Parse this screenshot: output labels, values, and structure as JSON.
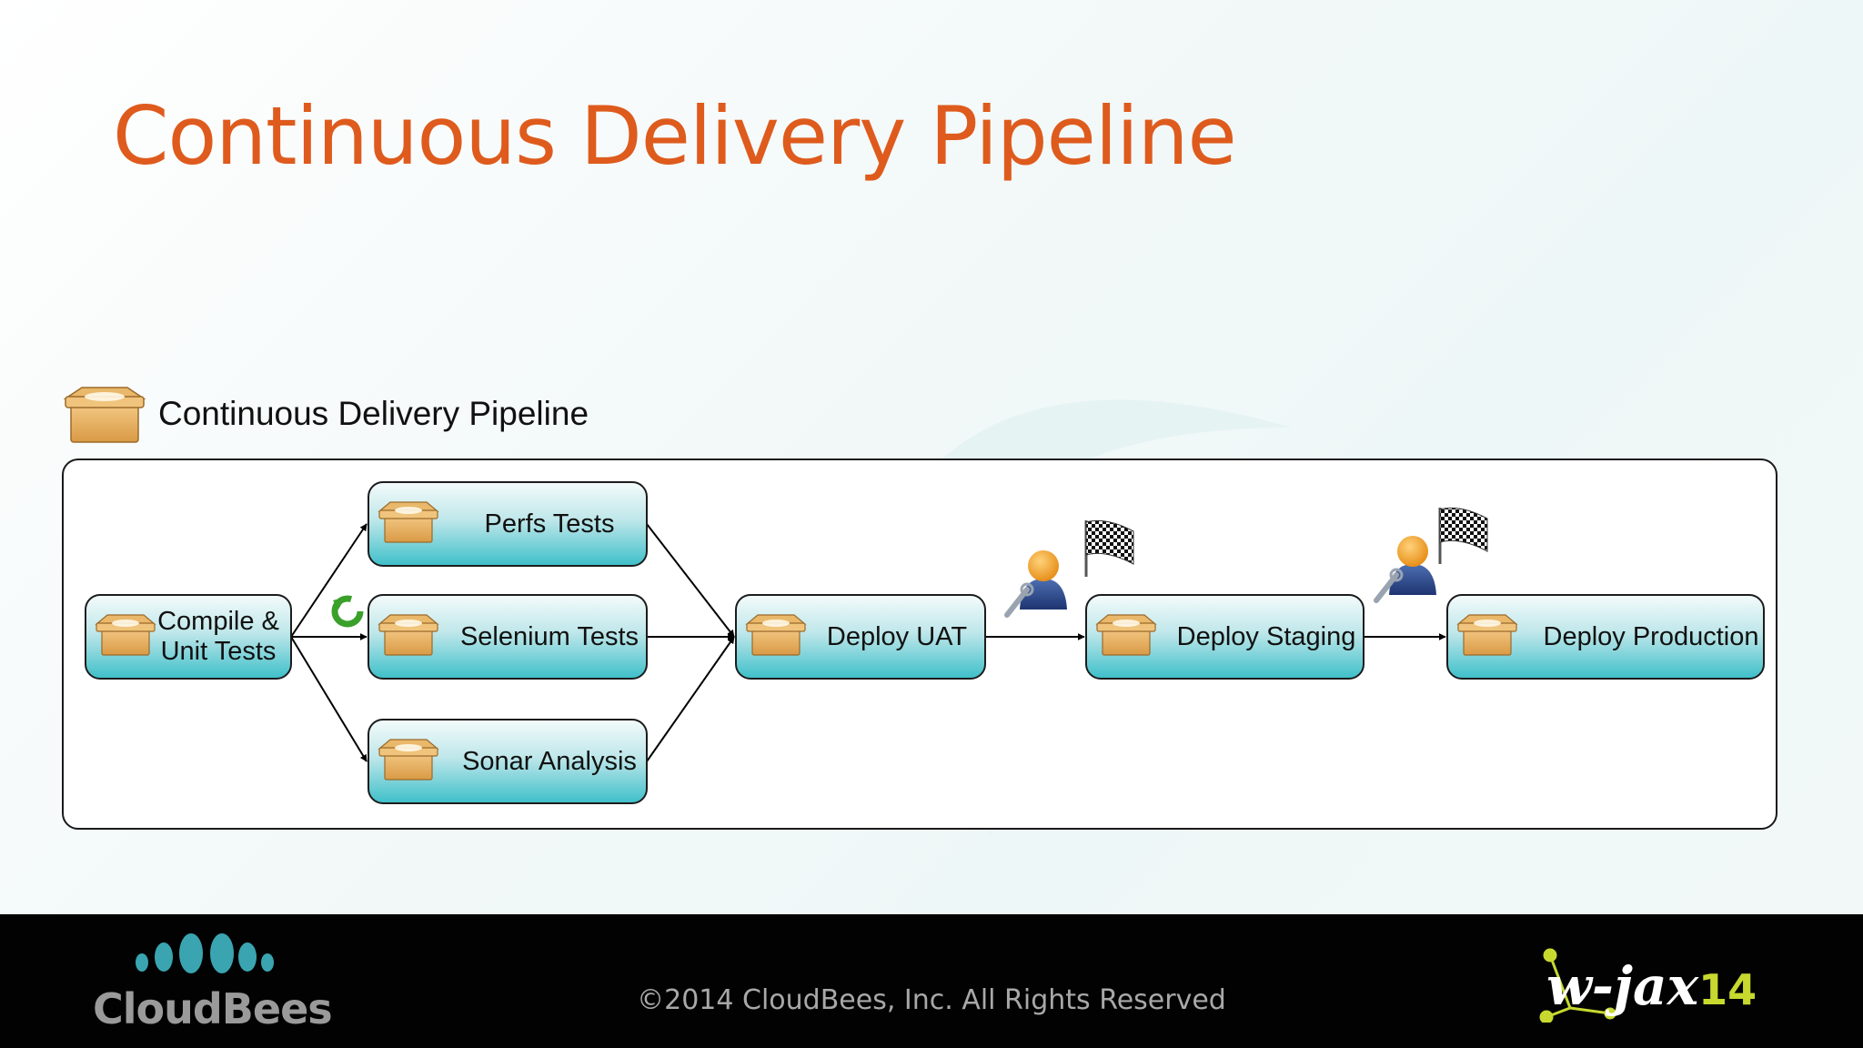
{
  "slide": {
    "title": "Continuous Delivery Pipeline"
  },
  "pipeline": {
    "header_label": "Continuous Delivery Pipeline",
    "jobs": [
      {
        "id": "compile",
        "lines": [
          "Compile &",
          "Unit Tests"
        ]
      },
      {
        "id": "perfs",
        "lines": [
          "Perfs Tests"
        ]
      },
      {
        "id": "selenium",
        "lines": [
          "Selenium Tests"
        ]
      },
      {
        "id": "sonar",
        "lines": [
          "Sonar Analysis"
        ]
      },
      {
        "id": "uat",
        "lines": [
          "Deploy UAT"
        ]
      },
      {
        "id": "staging",
        "lines": [
          "Deploy Staging"
        ]
      },
      {
        "id": "production",
        "lines": [
          "Deploy Production"
        ]
      }
    ],
    "edges": [
      [
        "compile",
        "perfs"
      ],
      [
        "compile",
        "selenium"
      ],
      [
        "compile",
        "sonar"
      ],
      [
        "perfs",
        "uat"
      ],
      [
        "selenium",
        "uat"
      ],
      [
        "sonar",
        "uat"
      ],
      [
        "uat",
        "staging"
      ],
      [
        "staging",
        "production"
      ]
    ],
    "icons": {
      "job": "package-box-icon",
      "retry": "green-retry-icon",
      "approver": "user-approval-icon",
      "promotion": "checkered-flag-icon"
    }
  },
  "footer": {
    "company_wordmark": "CloudBees",
    "copyright": "©2014 CloudBees, Inc. All Rights Reserved",
    "event_logo_text": "w-jax",
    "event_logo_number": "14"
  },
  "colors": {
    "title": "#de5b1d",
    "job_fill_top": "#f4fbfb",
    "job_fill_bottom": "#3dbfc9",
    "footer_bg": "#020202",
    "cloudbees_teal": "#3aa5b0",
    "wjax_accent": "#c7d92e"
  }
}
